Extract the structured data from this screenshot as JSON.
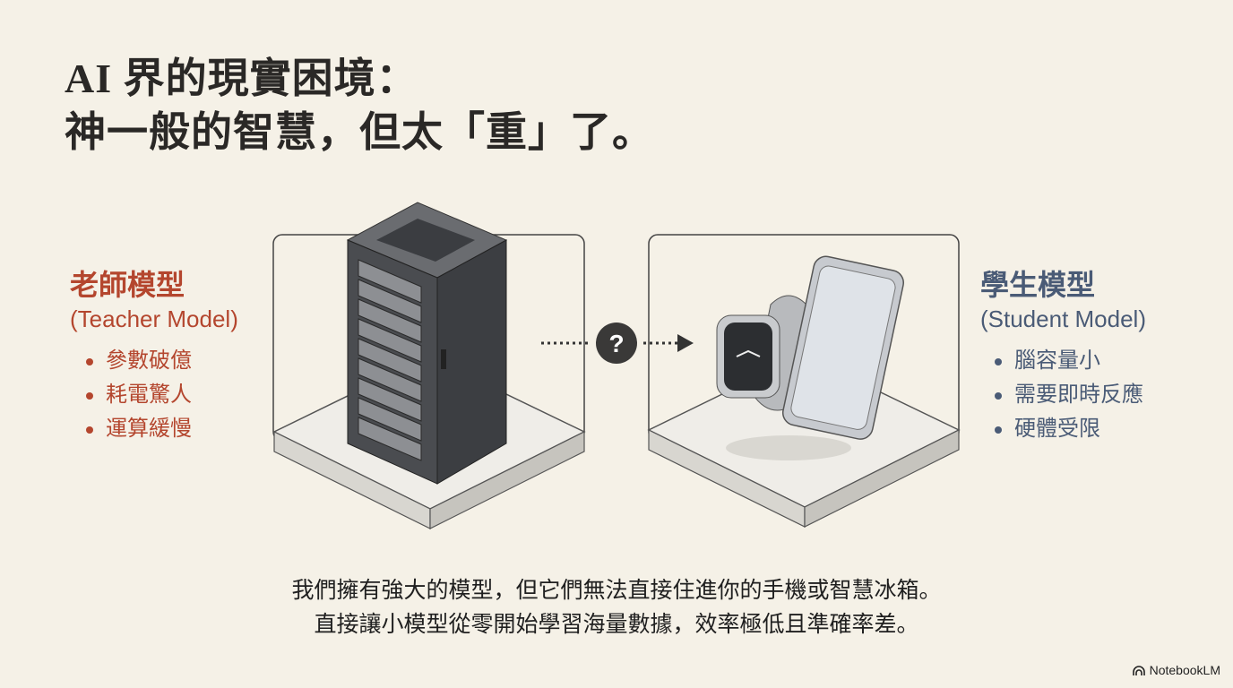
{
  "title": {
    "line1": "AI 界的現實困境：",
    "line2": "神一般的智慧，但太「重」了。"
  },
  "teacher": {
    "name": "老師模型",
    "name_en": "(Teacher Model)",
    "points": [
      "參數破億",
      "耗電驚人",
      "運算緩慢"
    ]
  },
  "student": {
    "name": "學生模型",
    "name_en": "(Student Model)",
    "points": [
      "腦容量小",
      "需要即時反應",
      "硬體受限"
    ]
  },
  "connector": {
    "symbol": "?"
  },
  "caption": {
    "line1": "我們擁有強大的模型，但它們無法直接住進你的手機或智慧冰箱。",
    "line2": "直接讓小模型從零開始學習海量數據，效率極低且準確率差。"
  },
  "branding": {
    "logo": "NotebookLM"
  },
  "colors": {
    "background": "#f5f1e7",
    "teacher": "#b4462e",
    "student": "#4a5b76"
  }
}
